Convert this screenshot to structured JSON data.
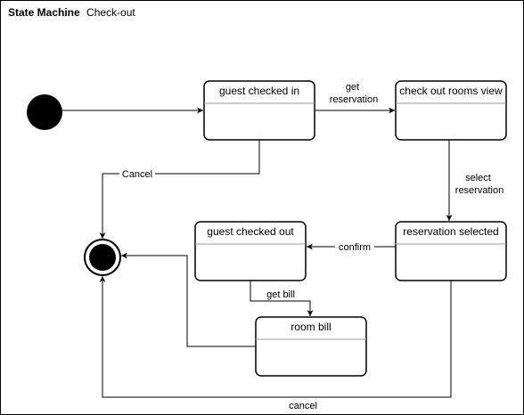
{
  "frame": {
    "title_bold": "State Machine",
    "title_rest": "Check-out"
  },
  "states": {
    "guest_checked_in": "guest checked in",
    "check_out_rooms_view": "check out rooms view",
    "reservation_selected": "reservation selected",
    "guest_checked_out": "guest checked out",
    "room_bill": "room bill"
  },
  "transitions": {
    "get_reservation": [
      "get",
      "reservation"
    ],
    "select_reservation": [
      "select",
      "reservation"
    ],
    "confirm": "confirm",
    "get_bill": "get bill",
    "cancel_upper": "Cancel",
    "cancel_lower": "cancel"
  }
}
